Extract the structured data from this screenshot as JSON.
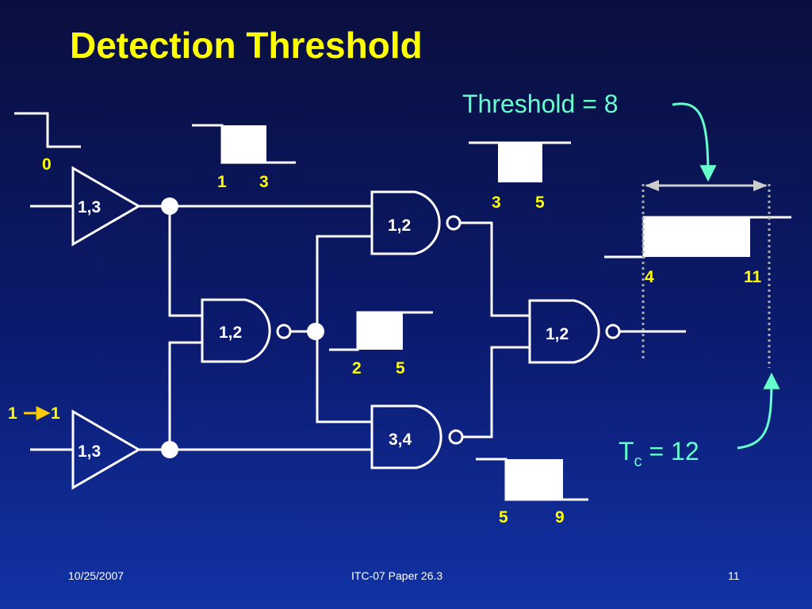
{
  "slide": {
    "title": "Detection Threshold",
    "threshold_label": "Threshold = 8",
    "tc_main": "T",
    "tc_sub": "c",
    "tc_value": " = 12"
  },
  "gates": {
    "buf_top": "1,3",
    "buf_bottom": "1,3",
    "nand_top": "1,2",
    "nand_mid": "1,2",
    "nand_bottom": "3,4",
    "nand_out": "1,2"
  },
  "waveforms": {
    "input_top_time": "0",
    "input_bottom_from": "1",
    "input_bottom_to": "1",
    "top_buf_start": "1",
    "top_buf_end": "3",
    "top_nand_start": "3",
    "top_nand_end": "5",
    "mid_nand_start": "2",
    "mid_nand_end": "5",
    "bottom_nand_start": "5",
    "bottom_nand_end": "9",
    "output_start": "4",
    "output_end": "11"
  },
  "colors": {
    "title": "#ffff00",
    "annotation": "#66ffcc",
    "wire": "#ffffff",
    "dotted": "#aaaaaa",
    "arrow_yellow": "#ffcc00"
  },
  "footer": {
    "date": "10/25/2007",
    "paper": "ITC-07 Paper 26.3",
    "page": "11"
  }
}
